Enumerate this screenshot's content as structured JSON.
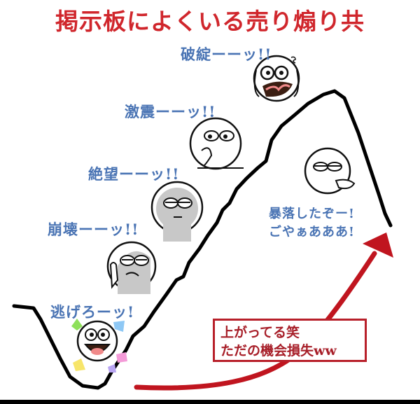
{
  "title": "掲示板によくいる売り煽り共",
  "colors": {
    "title": "#d0262c",
    "labels": "#4a74b4",
    "mountain_line": "#000000",
    "arrow": "#c0151f",
    "callout_border": "#b8202a",
    "callout_text": "#a71e28"
  },
  "labels": [
    {
      "id": "run",
      "text": "逃げろーッ!"
    },
    {
      "id": "collapse",
      "text": "崩壊ーーッ!!"
    },
    {
      "id": "despair",
      "text": "絶望ーーッ!!"
    },
    {
      "id": "shock",
      "text": "激震ーーッ!!"
    },
    {
      "id": "bankrupt",
      "text": "破綻ーーッ!!"
    }
  ],
  "crash_label": {
    "line1": "暴落したぞー!",
    "line2": "ごやぁあああ!"
  },
  "callout": {
    "line1": "上がってる笑",
    "line2": "ただの機会損失ww"
  },
  "characters": [
    {
      "id": "happy-character",
      "expression": "laughing"
    },
    {
      "id": "pointing-character",
      "expression": "smug"
    },
    {
      "id": "gray-character",
      "expression": "unimpressed"
    },
    {
      "id": "thinking-character",
      "expression": "thinking"
    },
    {
      "id": "panicked-character",
      "expression": "screaming"
    },
    {
      "id": "mocking-character",
      "expression": "pointing-smug"
    }
  ]
}
